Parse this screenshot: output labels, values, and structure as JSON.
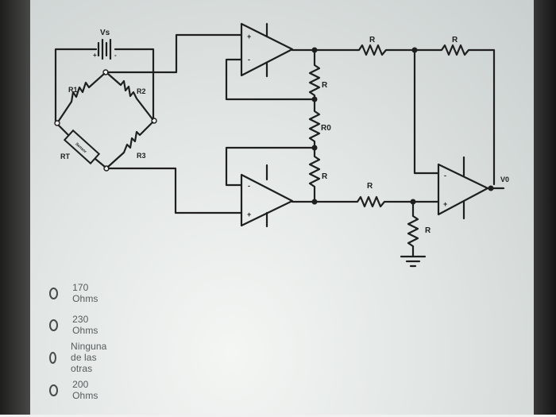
{
  "question": {
    "diagram": {
      "labels": {
        "source": "Vs",
        "source_plus": "+",
        "source_minus": "-",
        "r1": "R1",
        "r2": "R2",
        "r3": "R3",
        "rt": "RT",
        "sensor": "Sensor",
        "r_top_feedback": "R",
        "r_gain": "R0",
        "r_bottom_feedback": "R",
        "r_diff_top_in": "R",
        "r_diff_feedback": "R",
        "r_diff_bottom_in": "R",
        "r_diff_ground": "R",
        "output": "V0",
        "opamp_plus": "+",
        "opamp_minus": "-"
      }
    },
    "options": [
      {
        "label": "170 Ohms",
        "selected": false
      },
      {
        "label": "230 Ohms",
        "selected": false
      },
      {
        "label": "Ninguna de las otras",
        "selected": false
      },
      {
        "label": "200 Ohms",
        "selected": false
      }
    ]
  },
  "colors": {
    "ink": "#1f1f1f",
    "option_text": "#555a5c",
    "radio_border": "#4a4a4a"
  }
}
